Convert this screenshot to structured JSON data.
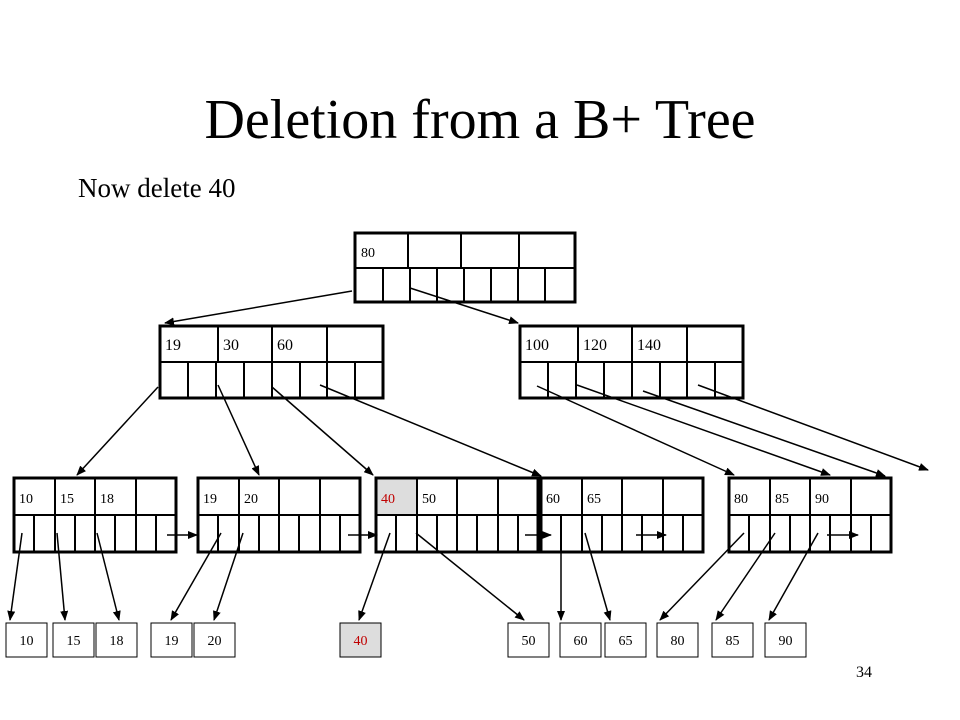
{
  "slide": {
    "title": "Deletion from a B+ Tree",
    "subtitle": "Now delete 40",
    "page_number": "34"
  },
  "colors": {
    "highlight_fill": "#dddddd",
    "highlight_text": "#c00000",
    "line": "#000000"
  },
  "tree": {
    "root": {
      "keys": [
        "80",
        "",
        "",
        ""
      ]
    },
    "internal_left": {
      "keys": [
        "19",
        "30",
        "60",
        ""
      ]
    },
    "internal_right": {
      "keys": [
        "100",
        "120",
        "140",
        ""
      ]
    },
    "leaves": [
      {
        "keys": [
          "10",
          "15",
          "18",
          ""
        ]
      },
      {
        "keys": [
          "19",
          "20",
          "",
          ""
        ]
      },
      {
        "keys": [
          "40",
          "50",
          "",
          ""
        ],
        "highlight_key": "40"
      },
      {
        "keys": [
          "60",
          "65",
          "",
          ""
        ]
      },
      {
        "keys": [
          "80",
          "85",
          "90",
          ""
        ]
      }
    ],
    "records": [
      "10",
      "15",
      "18",
      "19",
      "20",
      "40",
      "50",
      "60",
      "65",
      "80",
      "85",
      "90"
    ],
    "highlight_record": "40"
  }
}
